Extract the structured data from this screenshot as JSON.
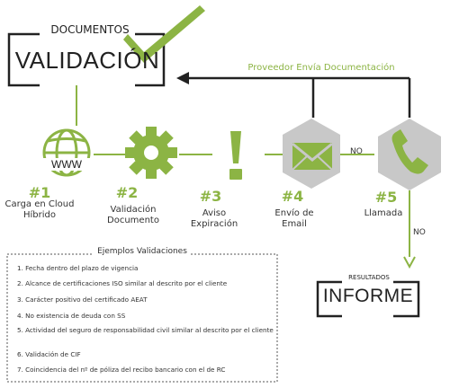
{
  "header": {
    "subtitle": "DOCUMENTOS",
    "title": "VALIDACIÓN"
  },
  "feedback_label": "Proveedor Envía Documentación",
  "steps": [
    {
      "num": "#1",
      "label": "Carga en Cloud Híbrido",
      "icon": "globe-www-icon",
      "icon_text": "WWW"
    },
    {
      "num": "#2",
      "label": "Validación Documento",
      "icon": "gear-icon"
    },
    {
      "num": "#3",
      "label": "Aviso Expiración",
      "icon": "exclamation-icon"
    },
    {
      "num": "#4",
      "label": "Envío de Email",
      "icon": "envelope-icon"
    },
    {
      "num": "#5",
      "label": "Llamada",
      "icon": "phone-icon"
    }
  ],
  "no_label_1": "NO",
  "no_label_2": "NO",
  "result": {
    "subtitle": "RESULTADOS",
    "title": "INFORME"
  },
  "examples": {
    "title": "Ejemplos Validaciones",
    "items": [
      "1. Fecha dentro del plazo de vigencia",
      "2. Alcance de certificaciones ISO similar al descrito por el cliente",
      "3. Carácter positivo del certificado AEAT",
      "4. No existencia de deuda con SS",
      "5. Actividad del seguro de responsabilidad civil similar al descrito por el cliente",
      "6. Validación de CIF",
      "7. Coincidencia del nº de póliza del recibo bancario con el de RC"
    ]
  },
  "colors": {
    "green": "#8cb444",
    "gray": "#c8c8c8",
    "dark": "#222222"
  }
}
